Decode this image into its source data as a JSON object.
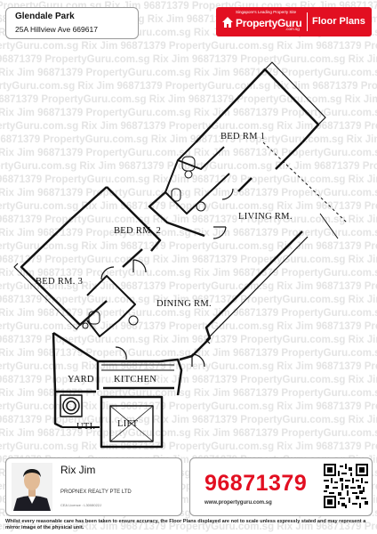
{
  "watermark": {
    "line_a": "96871379 PropertyGuru.com.sg Rix Jim 96871379 PropertyGuru.com.sg Rix Jim 96871379 PropertyGuru.com.sg",
    "line_b": "PropertyGuru.com.sg Rix Jim 96871379 PropertyGuru.com.sg Rix Jim 96871379 PropertyGuru.com.sg Rix Jim",
    "line_c": "Rix Jim 96871379 PropertyGuru.com.sg Rix Jim 96871379 PropertyGuru.com.sg Rix Jim 96871379"
  },
  "header": {
    "title": "Glendale Park",
    "address": "25A Hillview Ave 669617"
  },
  "brand": {
    "tagline": "Singapore's Leading Property Site",
    "name": "PropertyGuru",
    "domain": ".com.sg",
    "section": "Floor Plans",
    "color": "#e20f21"
  },
  "plan": {
    "rooms": {
      "bed1": "BED RM  1",
      "bed2": "BED RM. 2",
      "bed3": "BED RM. 3",
      "living": "LIVING RM.",
      "dining": "DINING RM.",
      "yard": "YARD",
      "kitchen": "KITCHEN",
      "uti": "UTI.",
      "lift": "LIFT"
    }
  },
  "agent": {
    "name": "Rix Jim",
    "agency": "PROPNEX REALTY PTE LTD",
    "licence": "CEA Licence : L3008022J"
  },
  "contact": {
    "phone": "96871379",
    "url": "www.propertyguru.com.sg"
  },
  "footer": {
    "disclaimer": "Whilst every reasonable care has been taken to ensure accuracy, the Floor Plans displayed are not to scale unless expressly stated and may represent a mirror image of the physical unit."
  }
}
